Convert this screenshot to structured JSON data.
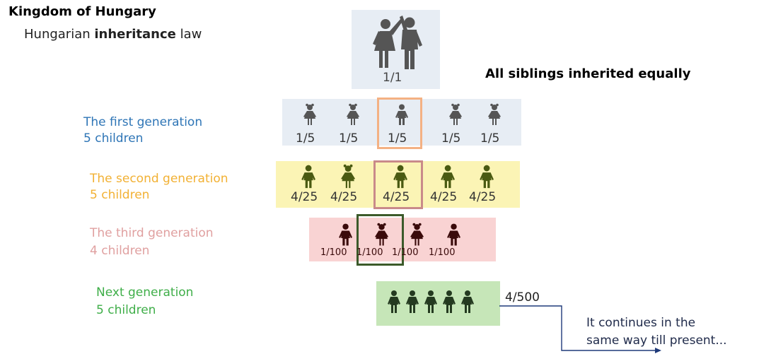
{
  "header": {
    "title": "Kingdom of Hungary",
    "subtitle_prefix": "Hungarian ",
    "subtitle_bold": "inheritance",
    "subtitle_suffix": " law"
  },
  "root": {
    "fraction": "1/1",
    "note": "All siblings inherited equally"
  },
  "generations": [
    {
      "label_line1": "The first generation",
      "label_line2": "5 children",
      "label_color": "#2e75b6",
      "box_color": "#e7edf4",
      "icon_color": "#555555",
      "children": [
        {
          "fraction": "1/5",
          "icon": "girl-icon"
        },
        {
          "fraction": "1/5",
          "icon": "girl-icon"
        },
        {
          "fraction": "1/5",
          "icon": "boy-icon",
          "highlighted": true
        },
        {
          "fraction": "1/5",
          "icon": "girl-icon"
        },
        {
          "fraction": "1/5",
          "icon": "girl-icon"
        }
      ]
    },
    {
      "label_line1": "The second generation",
      "label_line2": "5 children",
      "label_color": "#f2b134",
      "box_color": "#fbf4b5",
      "icon_color": "#4a5a12",
      "children": [
        {
          "fraction": "4/25",
          "icon": "boy-icon"
        },
        {
          "fraction": "4/25",
          "icon": "girl-icon"
        },
        {
          "fraction": "4/25",
          "icon": "boy-icon",
          "highlighted": true
        },
        {
          "fraction": "4/25",
          "icon": "boy-icon"
        },
        {
          "fraction": "4/25",
          "icon": "boy-icon"
        }
      ]
    },
    {
      "label_line1": "The third generation",
      "label_line2": "4 children",
      "label_color": "#e0a0a0",
      "box_color": "#f9d3d3",
      "icon_color": "#3a0a0a",
      "children": [
        {
          "fraction": "1/100",
          "icon": "boy-icon"
        },
        {
          "fraction": "1/100",
          "icon": "girl-icon",
          "highlighted": true
        },
        {
          "fraction": "1/100",
          "icon": "girl-icon"
        },
        {
          "fraction": "1/100",
          "icon": "boy-icon"
        }
      ]
    },
    {
      "label_line1": "Next generation",
      "label_line2": "5 children",
      "label_color": "#3fae49",
      "box_color": "#c6e6b8",
      "icon_color": "#243a20",
      "fraction": "4/500",
      "continues_line1": "It continues in the",
      "continues_line2": "same way till present..."
    }
  ]
}
